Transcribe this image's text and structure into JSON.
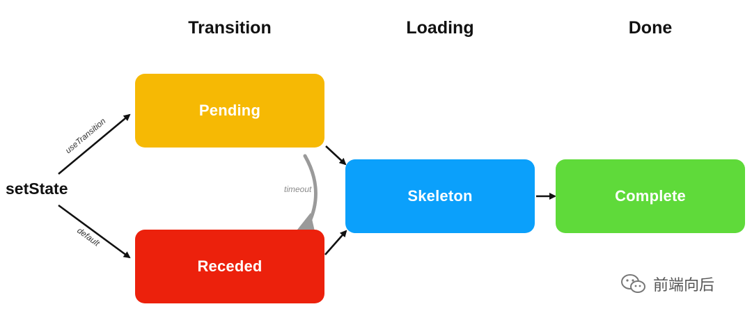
{
  "columns": {
    "transition": "Transition",
    "loading": "Loading",
    "done": "Done"
  },
  "source": {
    "label": "setState"
  },
  "nodes": {
    "pending": {
      "label": "Pending",
      "color": "#F6B904"
    },
    "receded": {
      "label": "Receded",
      "color": "#EC210C"
    },
    "skeleton": {
      "label": "Skeleton",
      "color": "#0BA0FB"
    },
    "complete": {
      "label": "Complete",
      "color": "#5FDA3A"
    }
  },
  "edges": {
    "use_transition": "useTransition",
    "default": "default",
    "timeout": "timeout"
  },
  "watermark": {
    "icon": "wechat-icon",
    "text": "前端向后"
  }
}
